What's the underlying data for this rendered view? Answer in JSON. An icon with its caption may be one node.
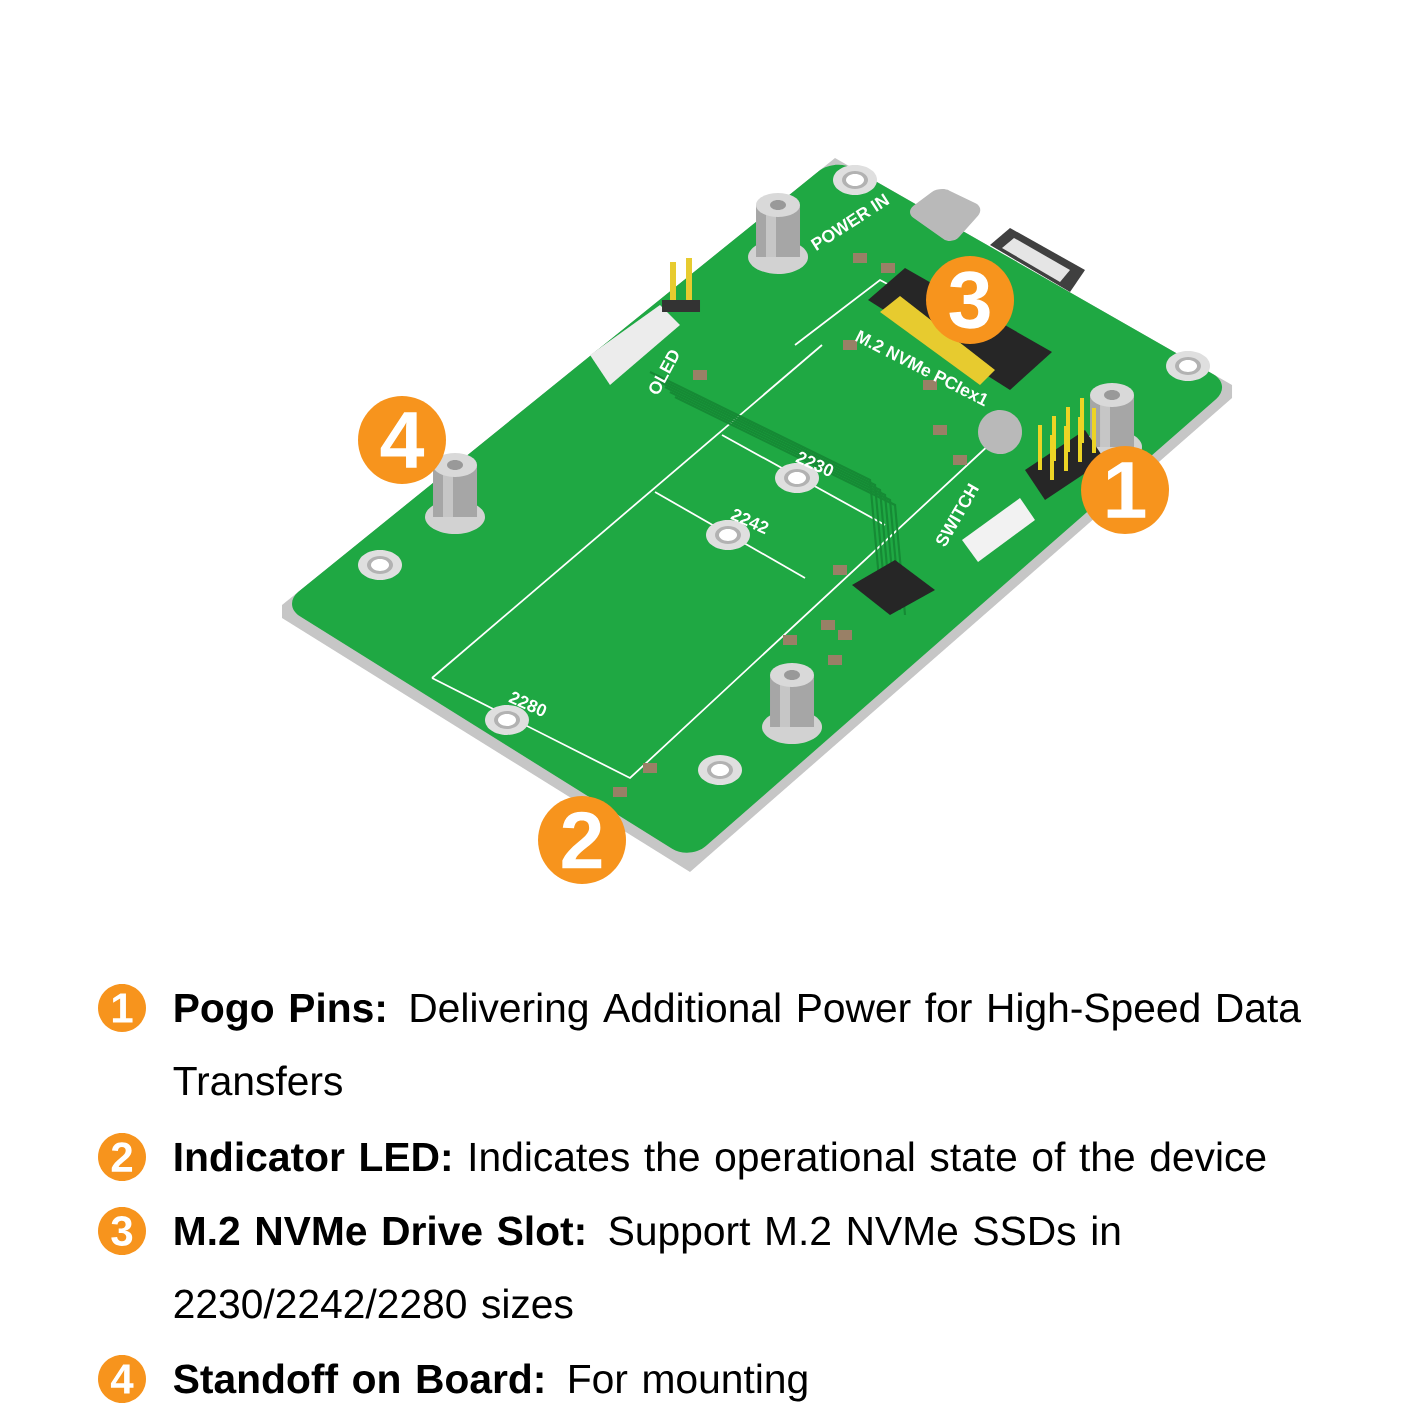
{
  "diagram": {
    "labels": [
      "3",
      "4",
      "1",
      "2",
      "POWER IN",
      "OLED",
      "M.2 NVMe PCIex1",
      "SWITCH",
      "2230",
      "2242",
      "2280",
      "1",
      "**Pogo Pins:** Delivering Additional Power for High-Speed Data Transfers",
      "2",
      "**Indicator LED:** Indicates the operational state of the device",
      "3",
      "**M.2 NVMe Drive Slot:** Support M.2 NVMe SSDs in 2230/2242/2280 sizes",
      "4",
      "**Standoff on Board:** For mounting"
    ]
  }
}
